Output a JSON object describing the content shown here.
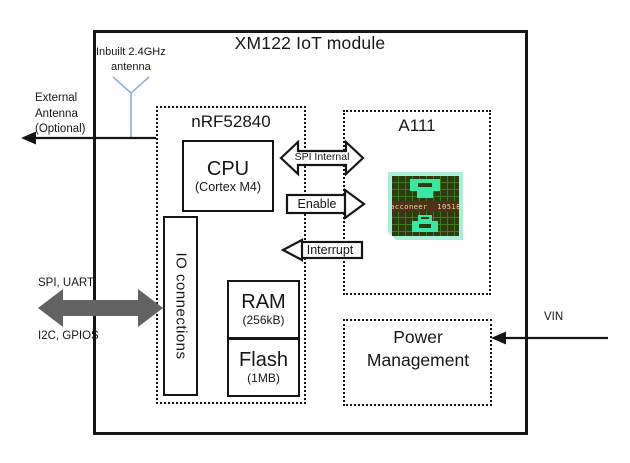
{
  "title": "XM122 IoT module",
  "blocks": {
    "nrf52840": {
      "label": "nRF52840"
    },
    "cpu": {
      "label": "CPU",
      "sublabel": "(Cortex M4)"
    },
    "io": {
      "label": "IO connections"
    },
    "ram": {
      "label": "RAM",
      "sublabel": "(256kB)"
    },
    "flash": {
      "label": "Flash",
      "sublabel": "(1MB)"
    },
    "a111": {
      "label": "A111"
    },
    "power": {
      "label": "Power Management"
    }
  },
  "arrows": {
    "spi_internal": {
      "label": "SPI Internal",
      "direction": "bidirectional"
    },
    "enable": {
      "label": "Enable",
      "direction": "right"
    },
    "interrupt": {
      "label": "Interrupt",
      "direction": "left"
    },
    "bus": {
      "label_top": "SPI, UART",
      "label_bottom": "I2C, GPIOS",
      "direction": "bidirectional"
    },
    "vin": {
      "label": "VIN",
      "direction": "left"
    }
  },
  "antenna": {
    "inbuilt_line1": "Inbuilt 2.4GHz",
    "inbuilt_line2": "antenna",
    "external_line1": "External",
    "external_line2": "Antenna",
    "external_line3": "(Optional)"
  },
  "chip": {
    "marking": "acconeer  10518"
  },
  "colors": {
    "outline": "#151515",
    "antenna_blue": "#95b3d7",
    "bus_gray": "#636363",
    "chip_mint": "#a9efd8",
    "chip_pcb_green": "#2e3a0f",
    "chip_patch_teal": "#38e7a4",
    "chip_stripe_brown": "#513018"
  }
}
